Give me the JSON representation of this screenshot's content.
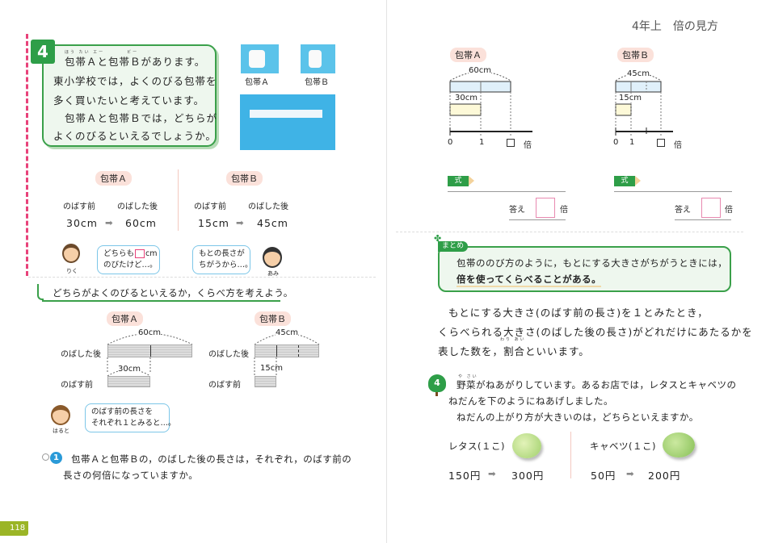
{
  "header": {
    "title": "4年上　倍の見方"
  },
  "page_number": "118",
  "problem4": {
    "number": "4",
    "ruby": "ほう たい エー　　　　ビー",
    "lines": [
      "包帯Ａと包帯Ｂがあります。",
      "東小学校では，よくのびる包帯を",
      "多く買いたいと考えています。",
      "包帯Ａと包帯Ｂでは，どちらが",
      "よくのびるといえるでしょうか。"
    ],
    "photo_a": "包帯Ａ",
    "photo_b": "包帯Ｂ"
  },
  "compare": {
    "a_label": "包帯Ａ",
    "b_label": "包帯Ｂ",
    "before": "のばす前",
    "after": "のばした後",
    "a_before": "30cm",
    "a_after": "60cm",
    "b_before": "15cm",
    "b_after": "45cm",
    "arrow": "➡"
  },
  "speech": {
    "riku_name": "りく",
    "riku_text1": "どちらも",
    "riku_unit": "cm",
    "riku_text2": "のびたけど…。",
    "ami_name": "あみ",
    "ami_text1": "もとの長さが",
    "ami_text2": "ちがうから…。",
    "haruto_name": "はると",
    "haruto_text1": "のばす前の長さを",
    "haruto_text2": "それぞれ１とみると…。"
  },
  "section_heading": "どちらがよくのびるといえるか，くらべ方を考えよう。",
  "diagram": {
    "a_label": "包帯Ａ",
    "b_label": "包帯Ｂ",
    "after": "のばした後",
    "before": "のばす前",
    "a_after": "60cm",
    "a_before": "30cm",
    "b_after": "45cm",
    "b_before": "15cm"
  },
  "question1": {
    "number": "1",
    "line1": "包帯Ａと包帯Ｂの，のばした後の長さは，それぞれ，のばす前の",
    "line2": "長さの何倍になっていますか。"
  },
  "right_diagrams": {
    "a_label": "包帯Ａ",
    "b_label": "包帯Ｂ",
    "a_after": "60cm",
    "a_before": "30cm",
    "b_after": "45cm",
    "b_before": "15cm",
    "zero": "0",
    "one": "1",
    "unit": "倍",
    "formula": "式",
    "answer": "答え"
  },
  "summary": {
    "tab": "まとめ",
    "line1": "包帯ののび方のように，もとにする大きさがちがうときには，",
    "line2": "倍を使ってくらべることがある。"
  },
  "paragraph": [
    "もとにする大きさ(のばす前の長さ)を１とみたとき，",
    "くらべられる大きさ(のばした後の長さ)がどれだけにあたるかを",
    "表した数を，割合といいます。"
  ],
  "term_ruby": "わり あい",
  "problem4b": {
    "number": "4",
    "ruby": "や さい",
    "lines": [
      "野菜がねあがりしています。あるお店では，レタスとキャベツの",
      "ねだんを下のようにねあげしました。",
      "ねだんの上がり方が大きいのは，どちらといえますか。"
    ],
    "lettuce": "レタス(１こ)",
    "lettuce_prices": [
      "150円",
      "300円"
    ],
    "cabbage": "キャベツ(１こ)",
    "cabbage_prices": [
      "50円",
      "200円"
    ]
  },
  "colors": {
    "green": "#2e9e48",
    "pink": "#e8427a",
    "olive": "#9bb526"
  }
}
